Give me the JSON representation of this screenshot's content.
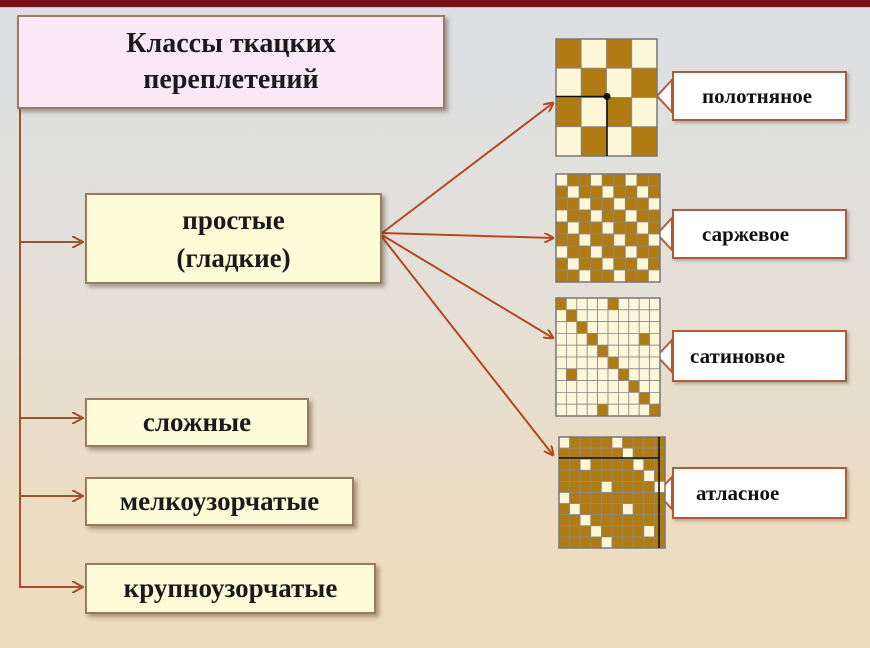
{
  "diagram": {
    "title_line1": "Классы ткацких",
    "title_line2": "переплетений",
    "classes": {
      "simple_line1": "простые",
      "simple_line2": "(гладкие)",
      "complex": "сложные",
      "small_pattern": "мелкоузорчатые",
      "large_pattern": "крупноузорчатые"
    },
    "weaves": {
      "plain": "полотняное",
      "twill": "саржевое",
      "sateen": "сатиновое",
      "satin": "атласное"
    }
  },
  "colors": {
    "accent_bar": "#7a1018",
    "arrow": "#b5481f",
    "tree_line": "#a0522d",
    "weave_dark": "#b07b12",
    "weave_light": "#fdf6d8"
  }
}
